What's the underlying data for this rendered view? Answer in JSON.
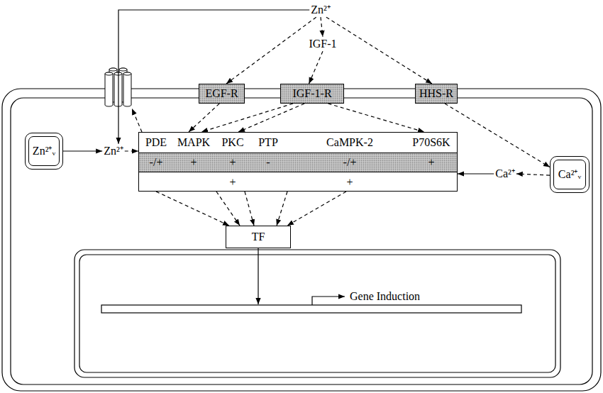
{
  "diagram": {
    "nodes": [
      {
        "text": [
          "Zn²⁺"
        ]
      },
      {
        "text": [
          "IGF-1"
        ]
      },
      {
        "text": [
          "EGF-R"
        ]
      },
      {
        "text": [
          "IGF-1-R"
        ]
      },
      {
        "text": [
          "HHS-R"
        ]
      },
      {
        "text": [
          "Zn²⁺ᵥ"
        ]
      },
      {
        "text": [
          "Zn²⁺"
        ]
      },
      {
        "text": [
          "PDE",
          "MAPK",
          "PKC",
          "PTP",
          "CaMPK-2",
          "P70S6K",
          "-/+",
          "+",
          "+",
          "-",
          "-/+",
          "+",
          "+",
          "+"
        ]
      },
      {
        "text": [
          "Ca²⁺"
        ]
      },
      {
        "text": [
          "Ca²⁺ᵥ"
        ]
      },
      {
        "text": [
          "TF"
        ]
      }
    ],
    "edges": [
      {
        "from": 0,
        "to": 6,
        "arrow": "to"
      },
      {
        "from": 0,
        "to": 2,
        "arrow": "to"
      },
      {
        "from": 0,
        "to": 1,
        "arrow": "to"
      },
      {
        "from": 0,
        "to": 4,
        "arrow": "to"
      },
      {
        "from": 1,
        "to": 3,
        "arrow": "to"
      },
      {
        "from": 2,
        "to": 7,
        "arrow": "to"
      },
      {
        "from": 3,
        "to": 7,
        "arrow": "to"
      },
      {
        "from": 3,
        "to": 7,
        "arrow": "to"
      },
      {
        "from": 3,
        "to": 7,
        "arrow": "to"
      },
      {
        "from": 5,
        "to": 6,
        "arrow": "to"
      },
      {
        "from": 6,
        "to": 7,
        "arrow": "to"
      },
      {
        "from": 4,
        "to": 9,
        "arrow": "to"
      },
      {
        "from": 9,
        "to": 8,
        "arrow": "to"
      },
      {
        "from": 8,
        "to": 7,
        "arrow": "to"
      },
      {
        "from": 7,
        "to": 10,
        "arrow": "to"
      },
      {
        "from": 7,
        "to": 10,
        "arrow": "to"
      },
      {
        "from": 7,
        "to": 10,
        "arrow": "to"
      },
      {
        "from": 7,
        "to": 10,
        "arrow": "to"
      },
      {
        "from": 7,
        "to": 10,
        "arrow": "to"
      }
    ],
    "labels": [
      "Gene Induction"
    ]
  }
}
